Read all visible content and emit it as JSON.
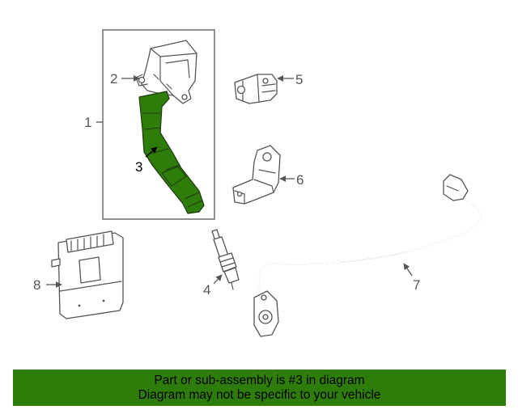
{
  "colors": {
    "highlight": "#2e7d0b",
    "line": "#555555",
    "banner_background": "#2e7d0b",
    "banner_text": "#000000"
  },
  "callouts": {
    "c1": "1",
    "c2": "2",
    "c3": "3",
    "c4": "4",
    "c5": "5",
    "c6": "6",
    "c7": "7",
    "c8": "8"
  },
  "highlighted_part": "3",
  "banner": {
    "line1": "Part or sub-assembly is #3 in diagram",
    "line2": "Diagram may not be specific to your vehicle"
  }
}
